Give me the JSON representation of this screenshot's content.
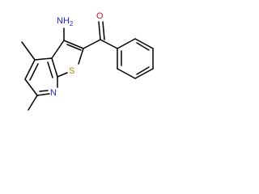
{
  "molecule": {
    "labels": {
      "amine": "NH2",
      "carbonyl_oxygen": "O",
      "ring_sulfur": "S",
      "ring_nitrogen": "N"
    },
    "colors": {
      "bond": "#000000",
      "nitrogen": "#1f1fd0",
      "oxygen": "#d81818",
      "sulfur": "#a88a00"
    }
  }
}
